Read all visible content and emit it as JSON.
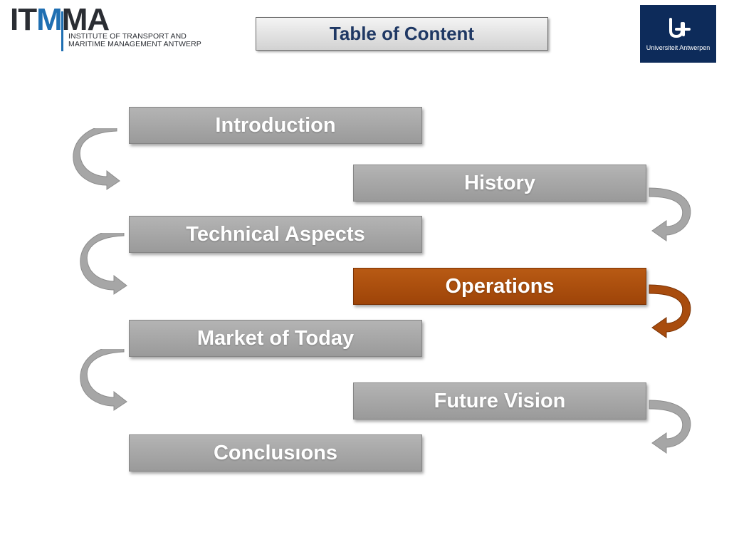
{
  "header": {
    "logo_left": {
      "wordmark_a": "IT",
      "wordmark_b": "M",
      "wordmark_c": "MA",
      "line1": "INSTITUTE OF TRANSPORT AND",
      "line2": "MARITIME MANAGEMENT ANTWERP"
    },
    "title": "Table of Content",
    "logo_right": {
      "text": "Universiteit Antwerpen"
    }
  },
  "topics": [
    {
      "label": "Introduction",
      "active": false
    },
    {
      "label": "History",
      "active": false
    },
    {
      "label": "Technical Aspects",
      "active": false
    },
    {
      "label": "Operations",
      "active": true
    },
    {
      "label": "Market of Today",
      "active": false
    },
    {
      "label": "Future Vision",
      "active": false
    },
    {
      "label": "Conclusıons",
      "active": false
    }
  ],
  "colors": {
    "inactive": "#a6a6a6",
    "active": "#a84c0e",
    "title_text": "#1f3864",
    "brand_blue": "#1f6fb2",
    "ua_navy": "#0d2b5a"
  },
  "icons": {
    "flow_arrow": "curved-arrow-icon",
    "university": "university-antwerpen-logo"
  }
}
